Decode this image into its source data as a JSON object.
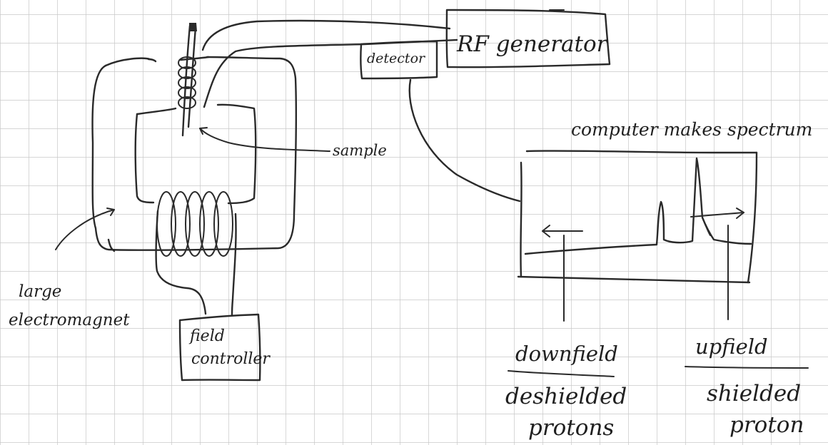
{
  "labels": {
    "rf_generator": "RF generator",
    "detector": "detector",
    "sample": "sample",
    "computer": "computer makes spectrum",
    "magnet_line1": "large",
    "magnet_line2": "electromagnet",
    "field_line1": "field",
    "field_line2": "controller",
    "downfield": "downfield",
    "deshielded_line1": "deshielded",
    "deshielded_line2": "protons",
    "upfield": "upfield",
    "shielded_line1": "shielded",
    "shielded_line2": "proton"
  },
  "colors": {
    "ink": "#2a2a2a",
    "grid": "#c8c8c8",
    "paper": "#ffffff"
  }
}
